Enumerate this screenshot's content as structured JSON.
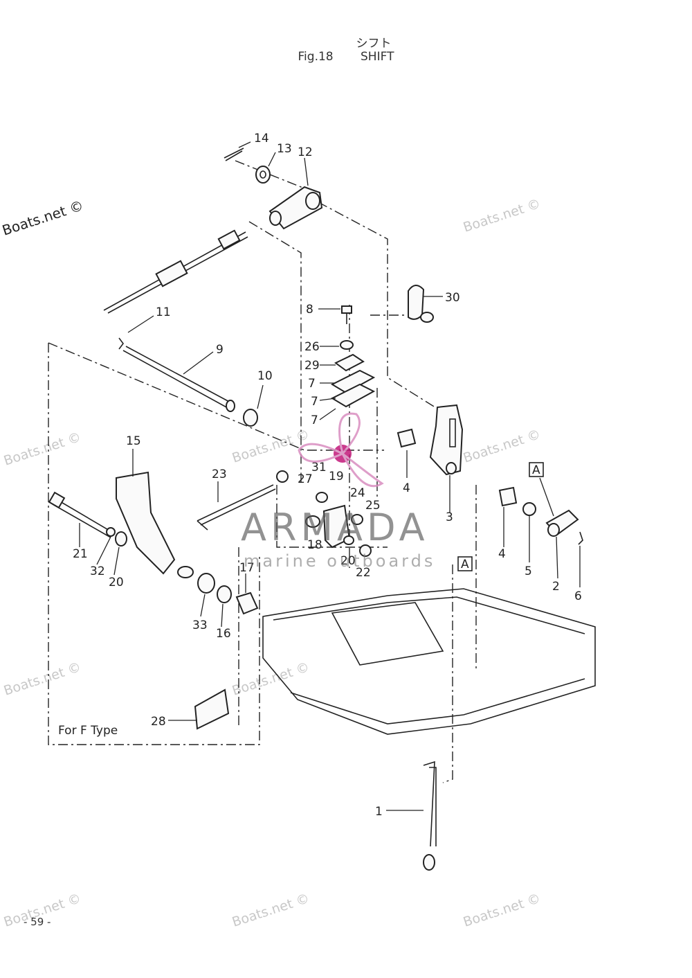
{
  "header": {
    "title_jp": "シフト",
    "fig_label": "Fig.18",
    "title_en": "SHIFT"
  },
  "callouts": [
    "14",
    "13",
    "12",
    "11",
    "9",
    "10",
    "8",
    "26",
    "29",
    "7",
    "7",
    "7",
    "30",
    "4",
    "3",
    "15",
    "23",
    "27",
    "31",
    "19",
    "24",
    "25",
    "18",
    "20",
    "22",
    "17",
    "16",
    "33",
    "21",
    "32",
    "20",
    "4",
    "5",
    "2",
    "6",
    "1",
    "28"
  ],
  "ref_marks": [
    "A",
    "A"
  ],
  "box_label": "For F Type",
  "watermark": {
    "site": "Boats.net ©",
    "brand": "ARMADA",
    "tagline": "marine outboards"
  },
  "footer": {
    "page": "- 59 -"
  }
}
